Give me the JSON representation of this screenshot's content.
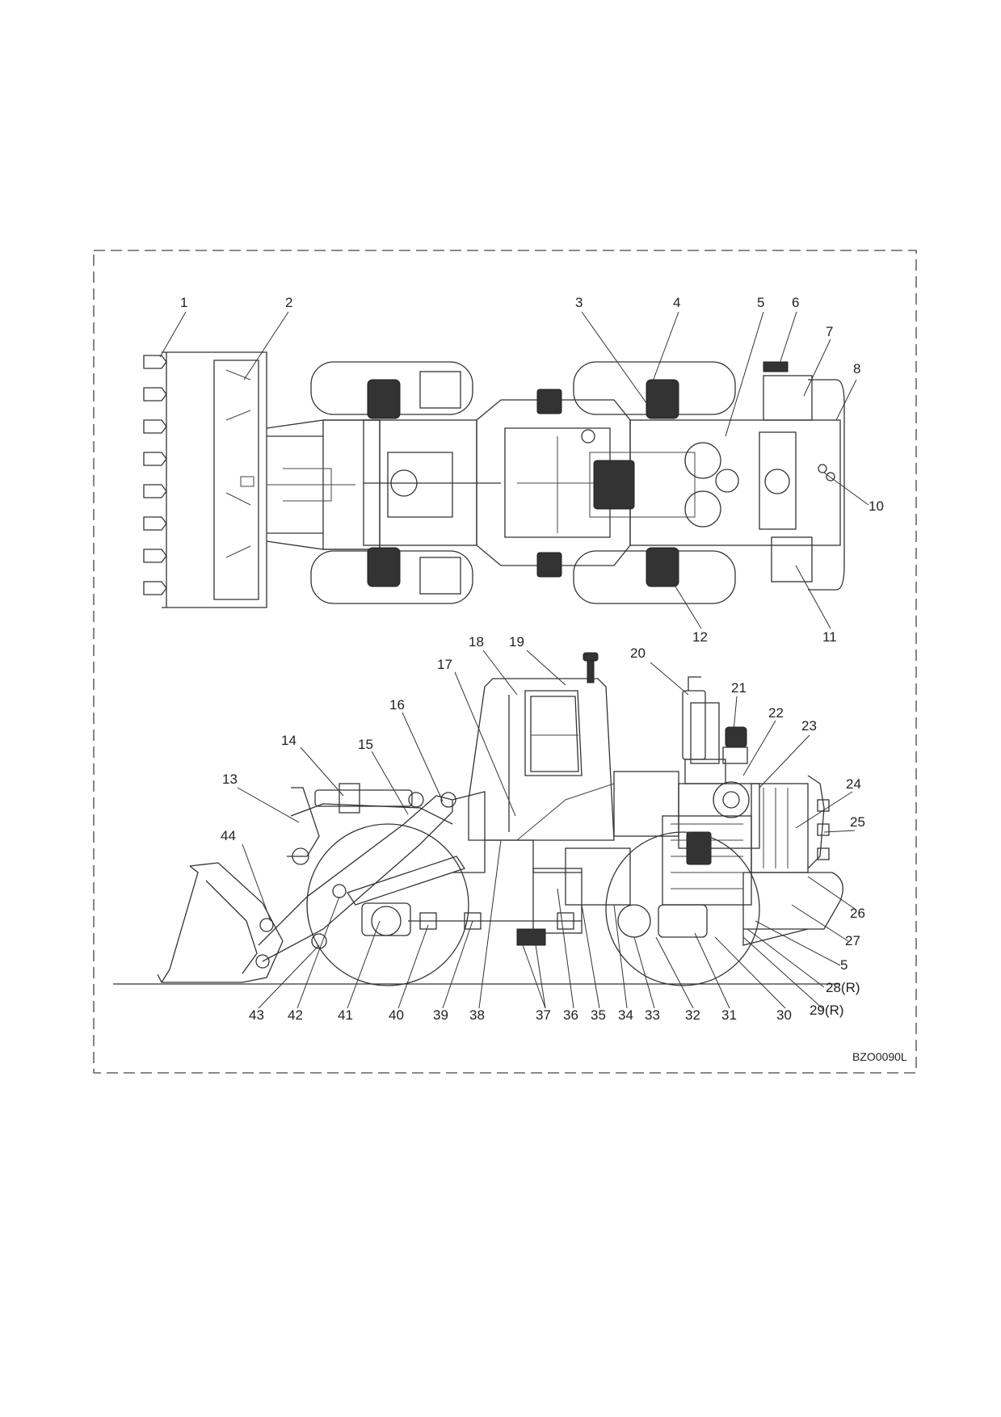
{
  "drawing_code": "BZO0090L",
  "callouts": {
    "top_view": [
      "1",
      "2",
      "3",
      "4",
      "5",
      "6",
      "7",
      "8",
      "10",
      "11",
      "12"
    ],
    "side_view": [
      "13",
      "14",
      "15",
      "16",
      "17",
      "18",
      "19",
      "20",
      "21",
      "22",
      "23",
      "24",
      "25",
      "26",
      "27",
      "5",
      "28(R)",
      "29(R)",
      "30",
      "31",
      "32",
      "33",
      "34",
      "35",
      "36",
      "37",
      "38",
      "39",
      "40",
      "41",
      "42",
      "43",
      "44"
    ]
  }
}
